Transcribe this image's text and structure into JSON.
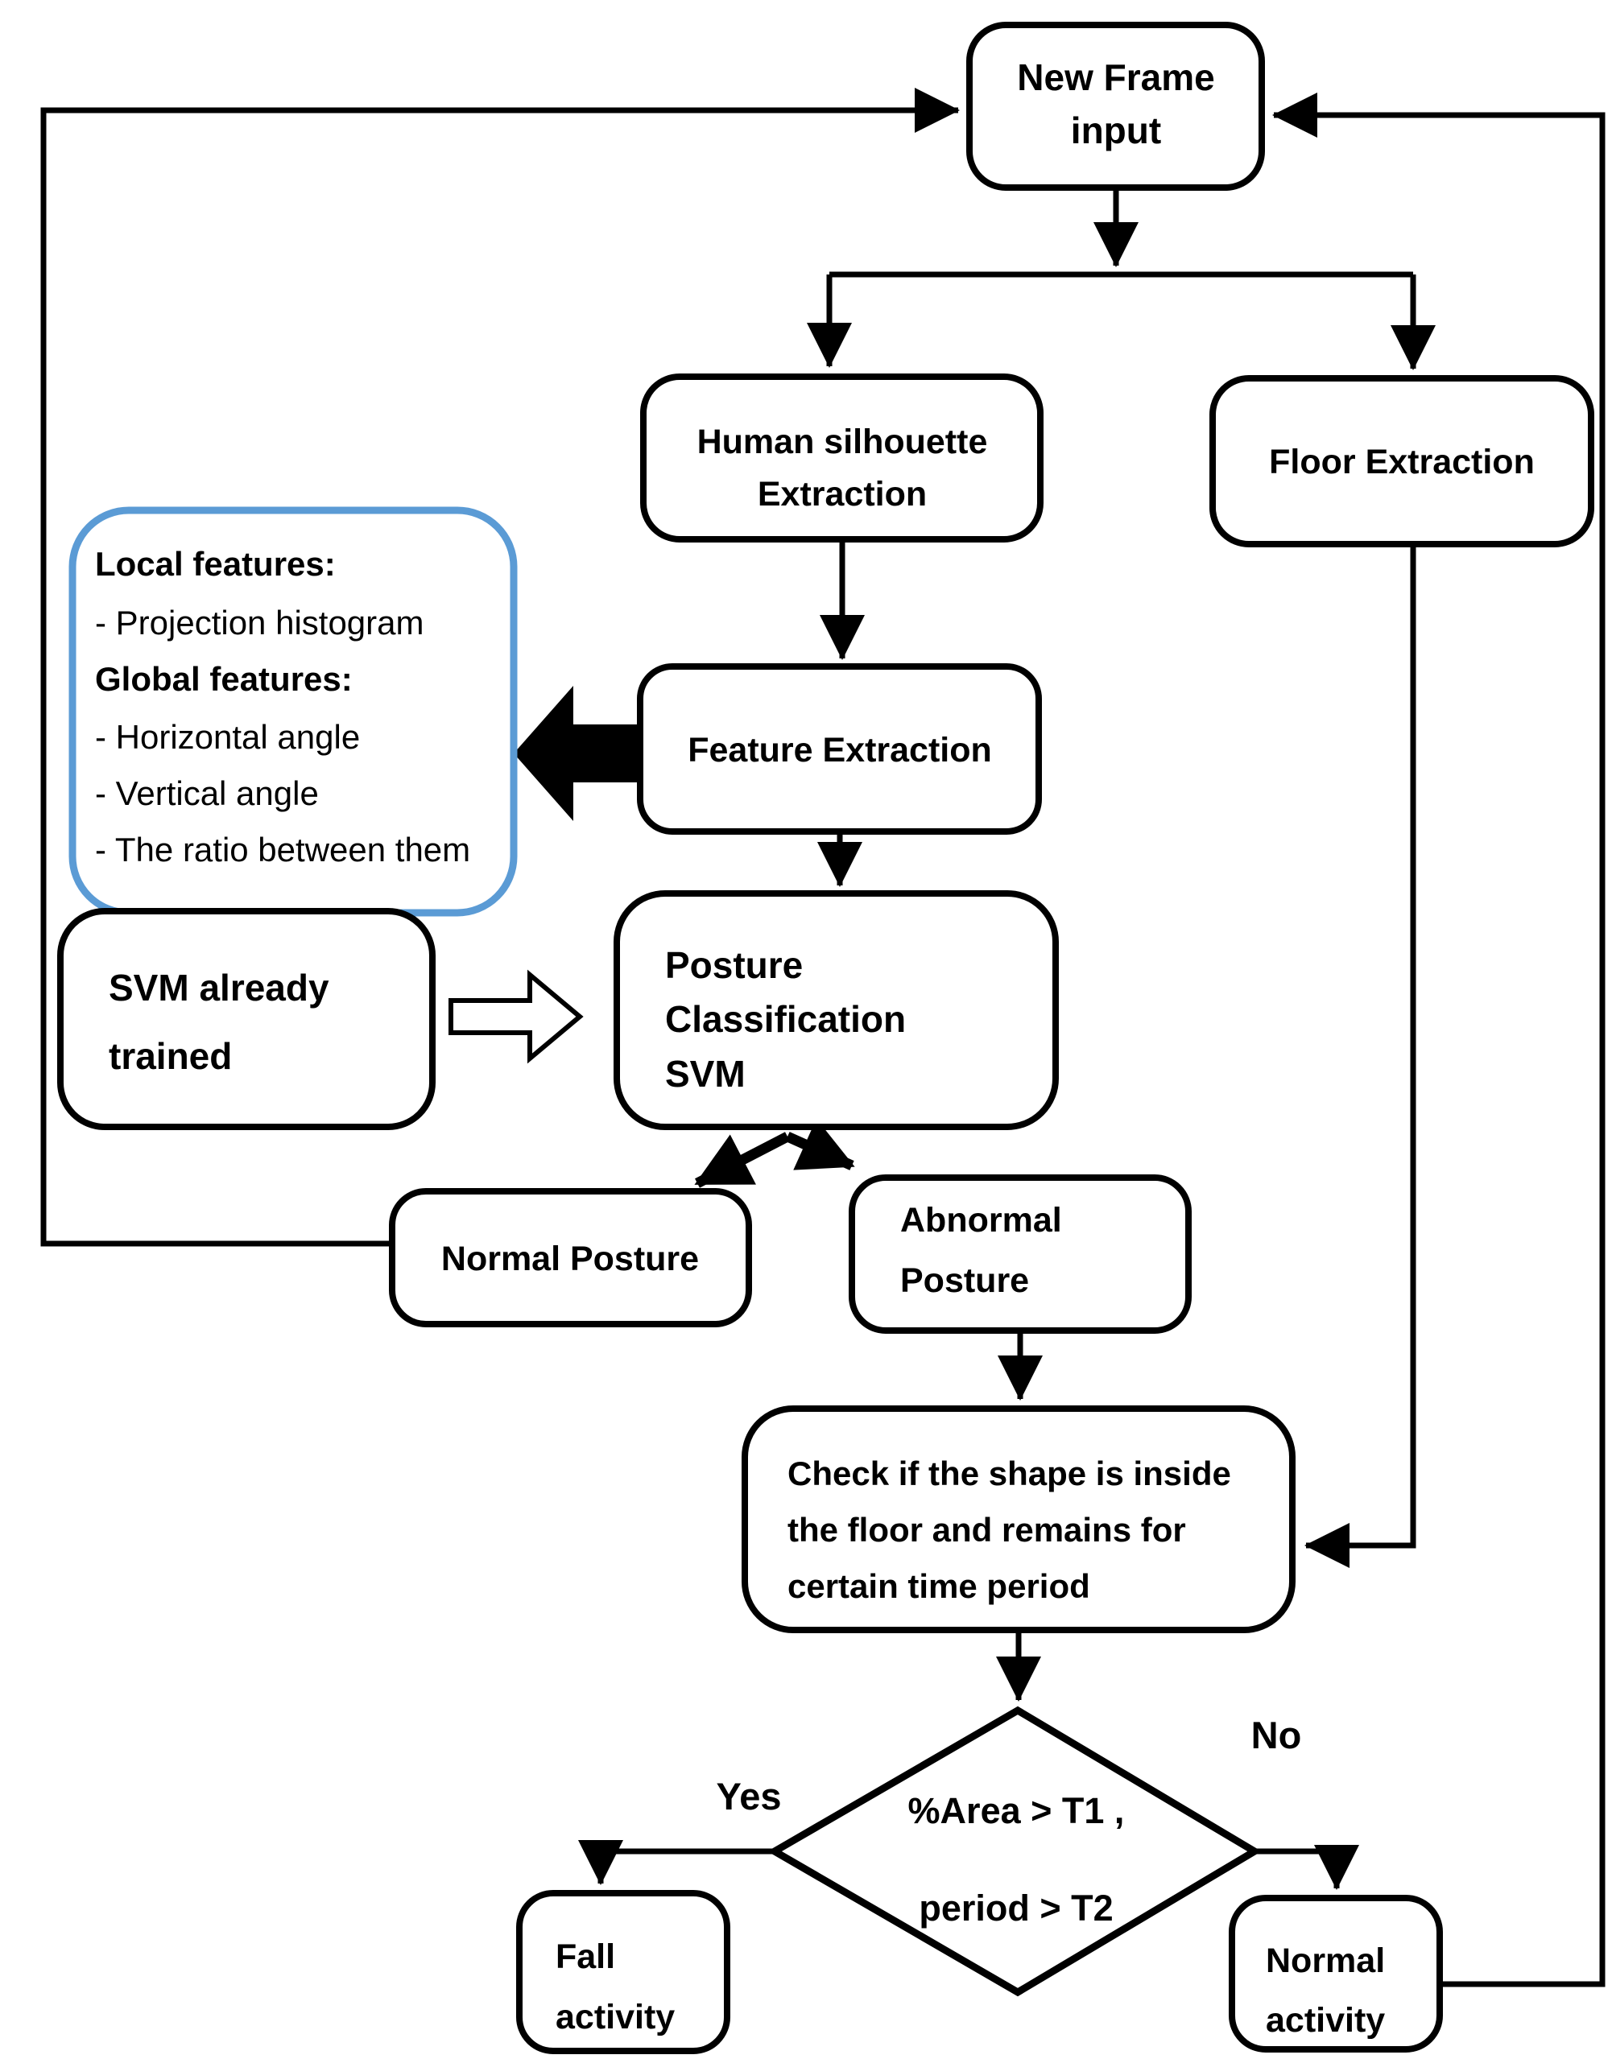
{
  "colors": {
    "note_border": "#5B9BD5",
    "line": "#000000"
  },
  "nodes": {
    "new_frame": {
      "line1": "New Frame",
      "line2": "input"
    },
    "human_silhouette": {
      "line1": "Human silhouette",
      "line2": "Extraction"
    },
    "floor_extraction": {
      "line1": "Floor Extraction"
    },
    "features_note": {
      "header1": "Local features:",
      "item1": "- Projection histogram",
      "header2": "Global features:",
      "item2": "- Horizontal angle",
      "item3": "- Vertical angle",
      "item4": "- The ratio between them"
    },
    "feature_extraction": {
      "line1": "Feature Extraction"
    },
    "svm_trained": {
      "line1": "SVM already",
      "line2": "trained"
    },
    "posture_classification": {
      "line1": "Posture",
      "line2": "Classification",
      "line3": "SVM"
    },
    "normal_posture": {
      "line1": "Normal Posture"
    },
    "abnormal_posture": {
      "line1": "Abnormal",
      "line2": "Posture"
    },
    "floor_check": {
      "line1": "Check if the shape is inside",
      "line2": "the floor and remains for",
      "line3": "certain time period"
    },
    "decision": {
      "line1": "%Area > T1 ,",
      "line2": "period > T2"
    },
    "fall_activity": {
      "line1": "Fall",
      "line2": "activity"
    },
    "normal_activity": {
      "line1": "Normal",
      "line2": "activity"
    }
  },
  "labels": {
    "yes": "Yes",
    "no": "No"
  }
}
